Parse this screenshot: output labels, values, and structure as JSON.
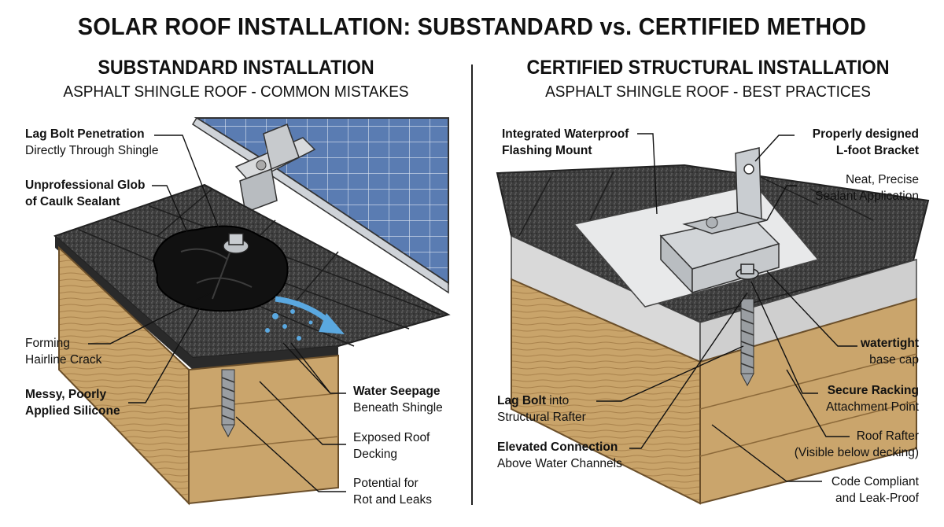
{
  "title": "SOLAR ROOF INSTALLATION: SUBSTANDARD vs. CERTIFIED METHOD",
  "left_panel": {
    "title": "SUBSTANDARD INSTALLATION",
    "subtitle": "ASPHALT SHINGLE ROOF - COMMON MISTAKES",
    "callouts": [
      {
        "bold": "Lag Bolt Penetration",
        "text": "Directly Through Shingle"
      },
      {
        "bold": "Unprofessional Glob",
        "bold2": "of Caulk Sealant"
      },
      {
        "text": "Forming",
        "text2": "Hairline Crack"
      },
      {
        "bold": "Messy, Poorly",
        "bold2": "Applied Silicone"
      },
      {
        "bold": "Water Seepage",
        "text": "Beneath Shingle"
      },
      {
        "text": "Exposed Roof",
        "text2": "Decking"
      },
      {
        "text": "Potential for",
        "text2": "Rot and Leaks"
      }
    ]
  },
  "right_panel": {
    "title": "CERTIFIED STRUCTURAL INSTALLATION",
    "subtitle": "ASPHALT SHINGLE ROOF - BEST PRACTICES",
    "callouts": [
      {
        "bold": "Integrated Waterproof",
        "bold2": "Flashing Mount"
      },
      {
        "bold": "Properly designed",
        "bold2": "L-foot Bracket"
      },
      {
        "text": "Neat, Precise",
        "text2": "Sealant Application"
      },
      {
        "bold": "watertight",
        "text": "base cap"
      },
      {
        "bold": "Lag Bolt",
        "inline": " into",
        "text": "Structural Rafter"
      },
      {
        "bold": "Secure Racking",
        "text": "Attachment Point"
      },
      {
        "bold": "Elevated Connection",
        "text": "Above Water Channels"
      },
      {
        "text": "Roof Rafter",
        "text2": "(Visible below decking)"
      },
      {
        "text": "Code Compliant",
        "text2": "and Leak-Proof"
      }
    ]
  },
  "colors": {
    "shingle": "#3a3a3a",
    "wood": "#c9a46a",
    "panel": "#5f7fb0",
    "water": "#5aa8e0",
    "metal": "#cfd2d4"
  }
}
